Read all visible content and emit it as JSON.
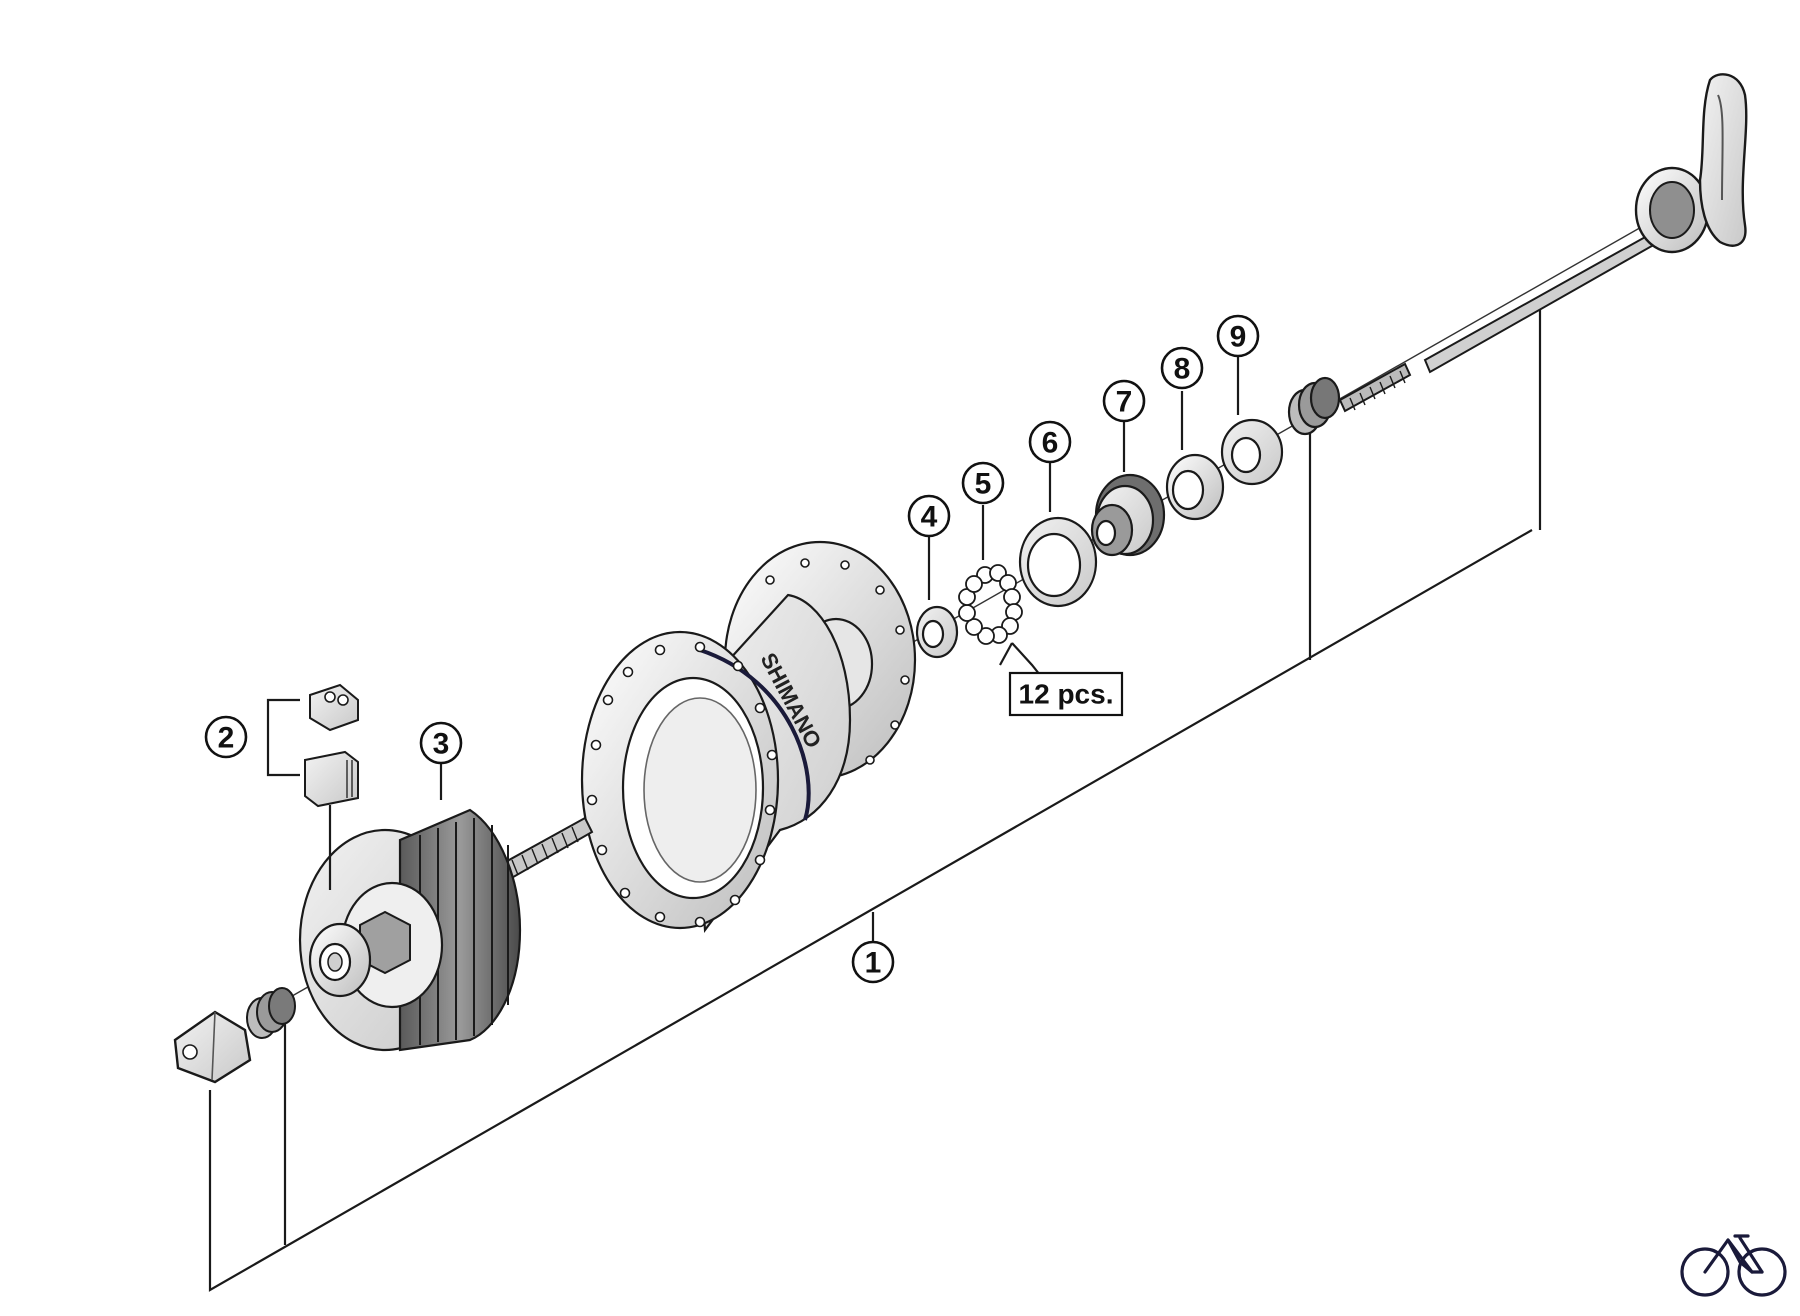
{
  "diagram": {
    "callouts": [
      {
        "number": "1"
      },
      {
        "number": "2"
      },
      {
        "number": "3"
      },
      {
        "number": "4"
      },
      {
        "number": "5"
      },
      {
        "number": "6"
      },
      {
        "number": "7"
      },
      {
        "number": "8"
      },
      {
        "number": "9"
      }
    ],
    "quantity_note": "12 pcs.",
    "hub_shell_brand": "SHIMANO",
    "site_logo": "bicycle-icon"
  }
}
